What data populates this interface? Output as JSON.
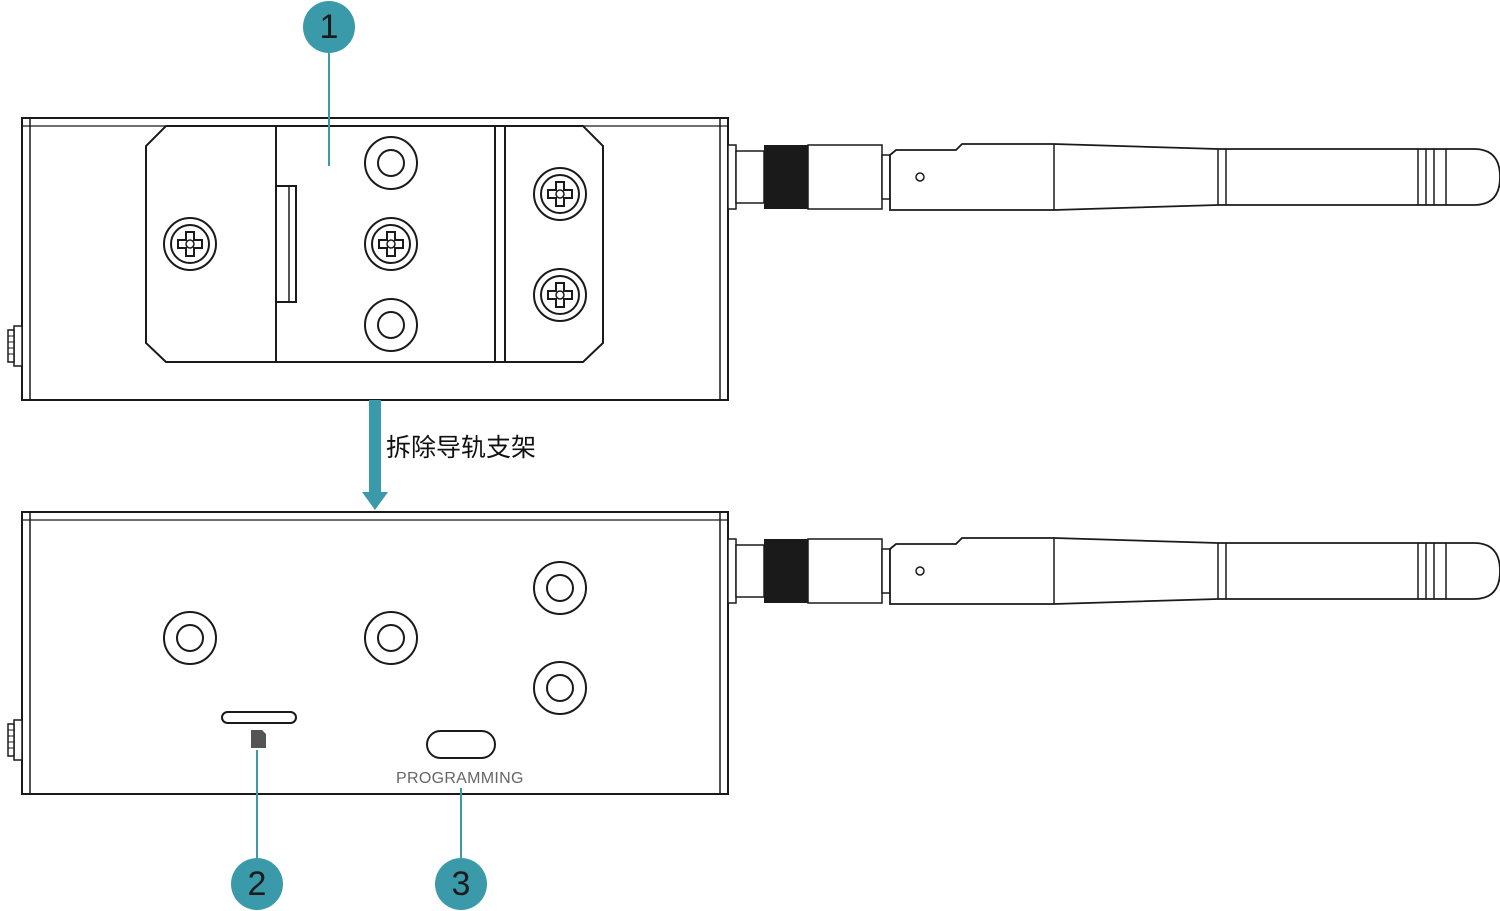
{
  "callouts": {
    "one": "1",
    "two": "2",
    "three": "3"
  },
  "arrow_label": "拆除导轨支架",
  "programming_label": "PROGRAMMING",
  "colors": {
    "accent": "#3a9aaa",
    "line": "#1a1a1a",
    "background": "#ffffff"
  },
  "icons": [
    "screw-icon",
    "sd-card-icon",
    "antenna-icon"
  ]
}
